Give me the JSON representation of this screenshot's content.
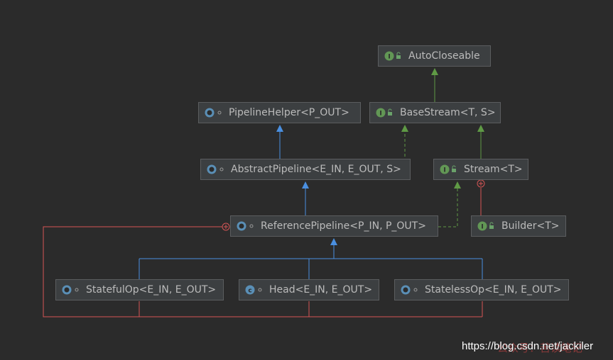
{
  "nodes": {
    "auto_closeable": {
      "label": "AutoCloseable",
      "icon": "interface-icon"
    },
    "pipeline_helper": {
      "label": "PipelineHelper<P_OUT>",
      "icon": "abstract-class-icon"
    },
    "base_stream": {
      "label": "BaseStream<T, S>",
      "icon": "interface-icon"
    },
    "abstract_pipeline": {
      "label": "AbstractPipeline<E_IN, E_OUT, S>",
      "icon": "abstract-class-icon"
    },
    "stream": {
      "label": "Stream<T>",
      "icon": "interface-icon"
    },
    "reference_pipeline": {
      "label": "ReferencePipeline<P_IN, P_OUT>",
      "icon": "abstract-class-icon"
    },
    "builder": {
      "label": "Builder<T>",
      "icon": "interface-icon"
    },
    "stateful_op": {
      "label": "StatefulOp<E_IN, E_OUT>",
      "icon": "abstract-class-icon"
    },
    "head": {
      "label": "Head<E_IN, E_OUT>",
      "icon": "class-icon"
    },
    "stateless_op": {
      "label": "StatelessOp<E_IN, E_OUT>",
      "icon": "abstract-class-icon"
    }
  },
  "colors": {
    "background": "#2b2b2b",
    "extends_arrow": "#4a8fe0",
    "implements_interface": "#5f9a45",
    "inner_class_link": "#d45555",
    "interface_icon": "#629755",
    "abstract_icon": "#5a8fb6"
  },
  "watermark": {
    "url": "https://blog.csdn.net/jackiler",
    "overlay": "公众号：苦读笔记"
  }
}
